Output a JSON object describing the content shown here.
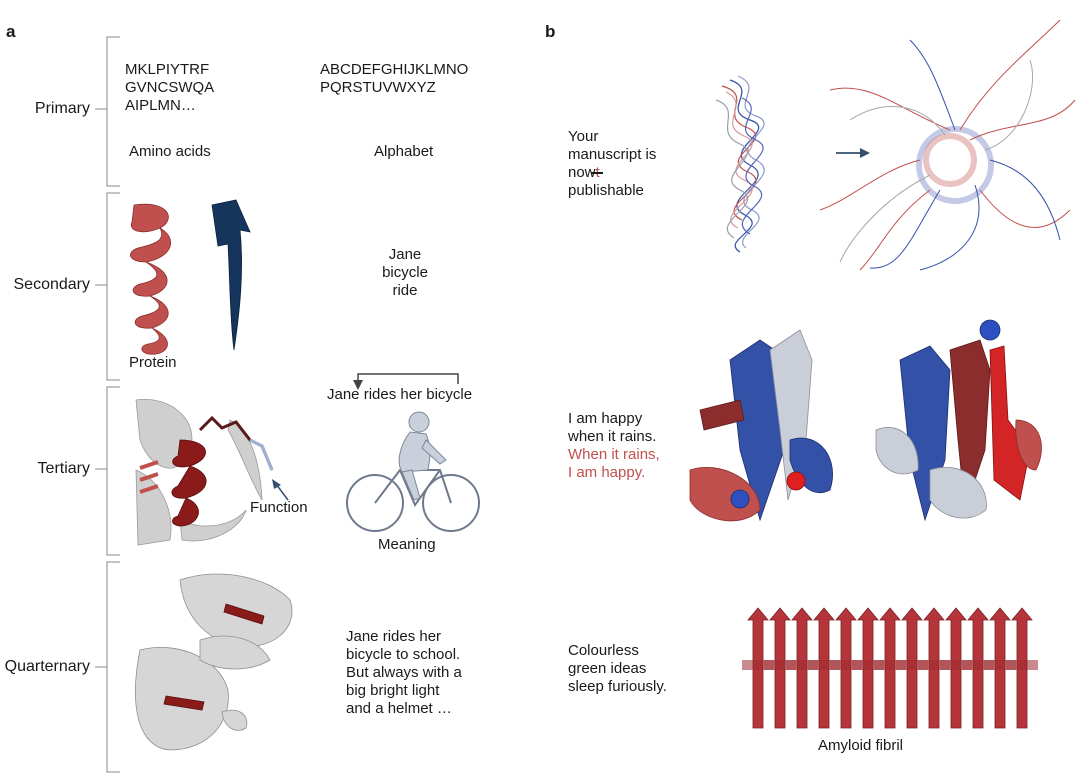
{
  "panel_a": {
    "letter": "a",
    "levels": [
      {
        "name": "Primary"
      },
      {
        "name": "Secondary"
      },
      {
        "name": "Tertiary"
      },
      {
        "name": "Quarternary"
      }
    ],
    "primary": {
      "sequence_lines": [
        "MKLPIYTRF",
        "GVNCSWQA",
        "AIPLMN…"
      ],
      "alphabet_lines": [
        "ABCDEFGHIJKLMNO",
        "PQRSTUVWXYZ"
      ],
      "sequence_caption": "Amino acids",
      "alphabet_caption": "Alphabet"
    },
    "secondary": {
      "words": [
        "Jane",
        "bicycle",
        "ride"
      ],
      "protein_label": "Protein"
    },
    "tertiary": {
      "sentence": "Jane rides her bicycle",
      "function_label": "Function",
      "meaning_label": "Meaning"
    },
    "quaternary": {
      "text_lines": [
        "Jane rides her",
        "bicycle to school.",
        "But always with a",
        "big bright light",
        "and a helmet …"
      ]
    },
    "colors": {
      "helix": "#c0504d",
      "sheet": "#16355c",
      "dark_red": "#8b1a1a",
      "grey": "#c8c8c8"
    }
  },
  "panel_b": {
    "letter": "b",
    "rows": [
      {
        "lines": [
          "Your",
          "manuscript is",
          "now",
          "publishable"
        ],
        "strike_suffix": "t"
      },
      {
        "lines": [
          "I am happy",
          "when it rains."
        ],
        "red_lines": [
          "When it rains,",
          "I am happy."
        ]
      },
      {
        "lines": [
          "Colourless",
          "green ideas",
          "sleep furiously."
        ]
      }
    ],
    "fibril_label": "Amyloid fibril",
    "colors": {
      "red": "#c0504d",
      "blue": "#3451a8",
      "fibril": "#b5353a"
    }
  }
}
